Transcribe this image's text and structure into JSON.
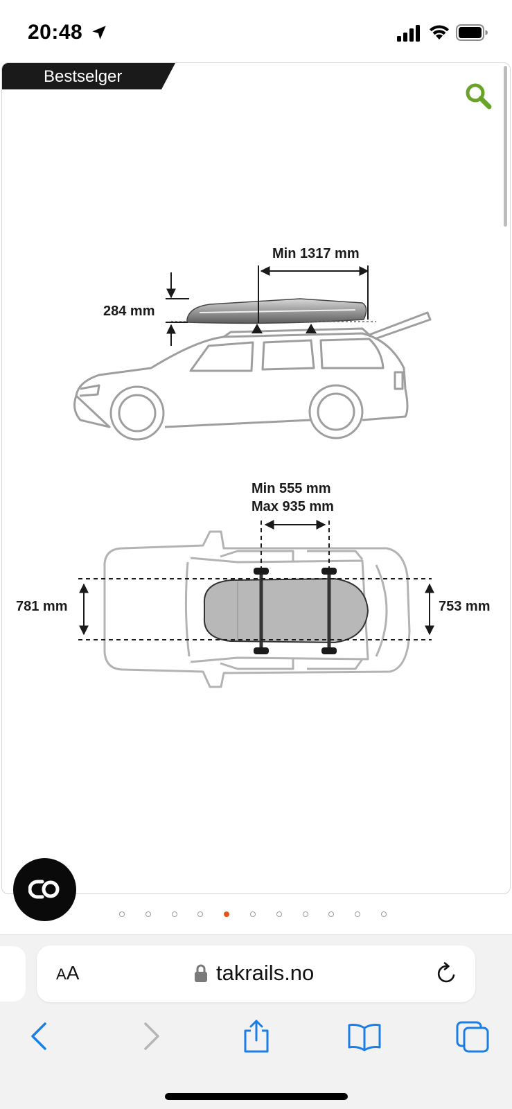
{
  "status_bar": {
    "time": "20:48",
    "icons": [
      "location-arrow-icon",
      "cellular-signal-icon",
      "wifi-icon",
      "battery-icon"
    ]
  },
  "product_image": {
    "badge": "Bestselger",
    "zoom_icon": "magnifier-icon",
    "accent_color": "#6aa32a",
    "side_view": {
      "box_height_label": "284 mm",
      "bar_spread_label": "Min 1317 mm"
    },
    "top_view": {
      "bar_distance_min_label": "Min 555 mm",
      "bar_distance_max_label": "Max 935 mm",
      "left_width_label": "781 mm",
      "right_width_label": "753 mm"
    }
  },
  "chat": {
    "icon": "chat-logo-icon"
  },
  "carousel": {
    "total": 11,
    "active_index": 4,
    "active_color": "#e8541c"
  },
  "browser": {
    "text_size_label_small": "A",
    "text_size_label_large": "A",
    "url": "takrails.no",
    "toolbar": [
      "back-icon",
      "forward-icon",
      "share-icon",
      "bookmarks-icon",
      "tabs-icon"
    ],
    "accent_color": "#1a7ee6"
  }
}
